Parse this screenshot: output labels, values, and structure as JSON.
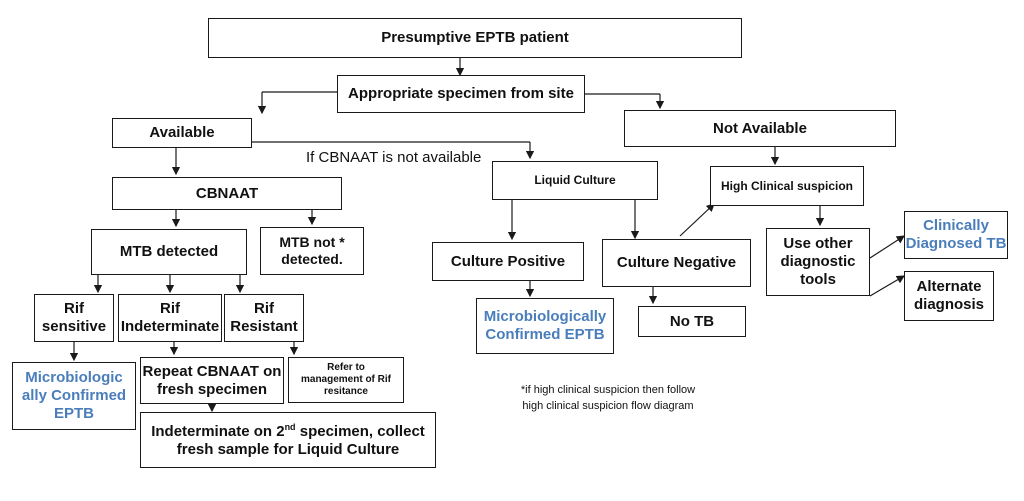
{
  "nodes": {
    "root": "Presumptive EPTB patient",
    "specimen": "Appropriate specimen from site",
    "available": "Available",
    "not_available": "Not Available",
    "cbnaat": "CBNAAT",
    "liquid_culture": "Liquid Culture",
    "high_clinical": "High Clinical suspicion",
    "mtb_detected": "MTB detected",
    "mtb_not_detected": "MTB not * detected.",
    "culture_positive": "Culture Positive",
    "culture_negative": "Culture Negative",
    "use_other": "Use other diagnostic tools",
    "clinically_diagnosed": "Clinically Diagnosed TB",
    "alternate": "Alternate diagnosis",
    "rif_sensitive": "Rif sensitive",
    "rif_indeterminate": "Rif Indeterminate",
    "rif_resistant": "Rif Resistant",
    "micro_confirmed_left": "Microbiologic ally Confirmed EPTB",
    "micro_confirmed_mid": "Microbiologically Confirmed EPTB",
    "no_tb": "No TB",
    "repeat_cbnaat": "Repeat CBNAAT on fresh specimen",
    "refer": "Refer to management of Rif resitance",
    "indeterminate_2nd_a": "Indeterminate on 2",
    "indeterminate_2nd_sup": "nd",
    "indeterminate_2nd_b": " specimen, collect fresh sample for Liquid Culture"
  },
  "labels": {
    "if_cbnaat": "If CBNAAT is not available",
    "footnote_line1": "*if high clinical suspicion then follow",
    "footnote_line2": "high clinical suspicion flow diagram"
  },
  "colors": {
    "outcome": "#4a7ebb",
    "line": "#1a1a1a"
  }
}
